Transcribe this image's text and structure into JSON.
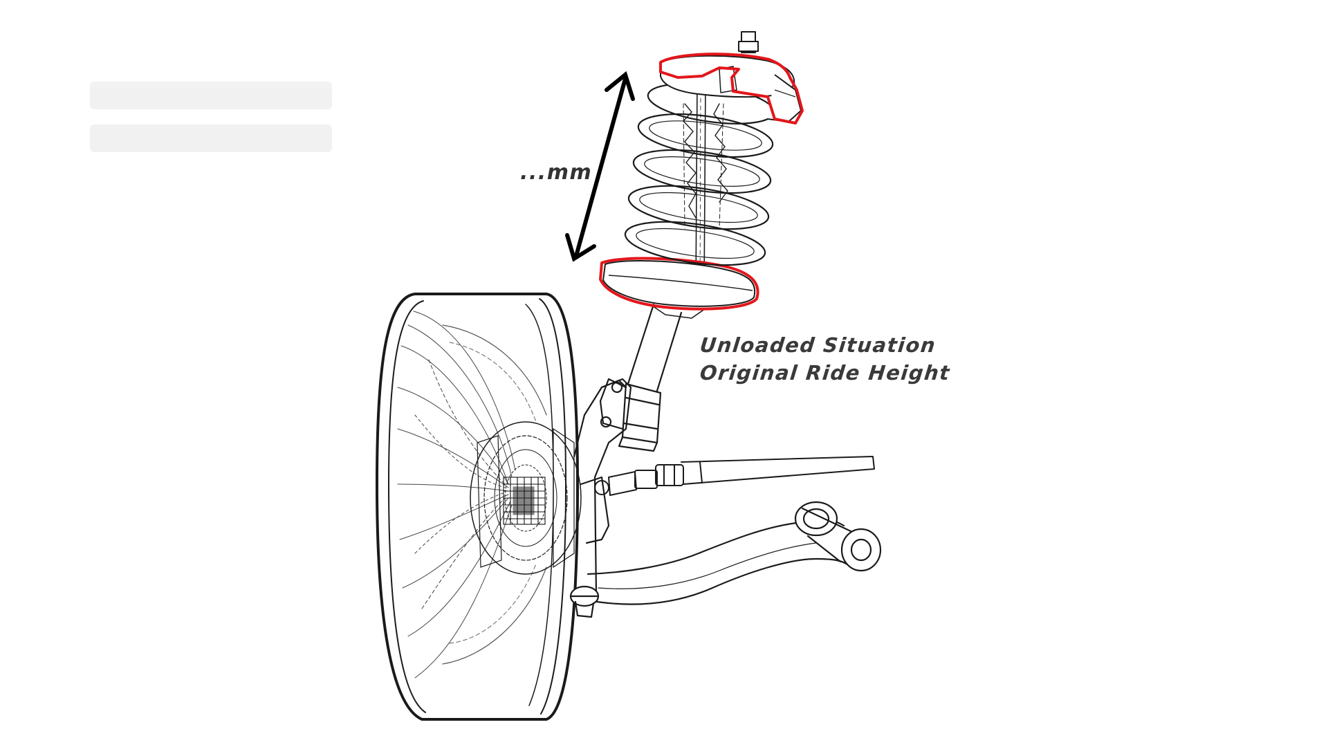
{
  "measurement_label": "...mm",
  "caption": {
    "line1": "Unloaded Situation",
    "line2": "Original Ride Height"
  },
  "colors": {
    "line": "#1a1a1a",
    "highlight": "#e3161b",
    "text": "#3a3a3a",
    "background": "#ffffff"
  }
}
